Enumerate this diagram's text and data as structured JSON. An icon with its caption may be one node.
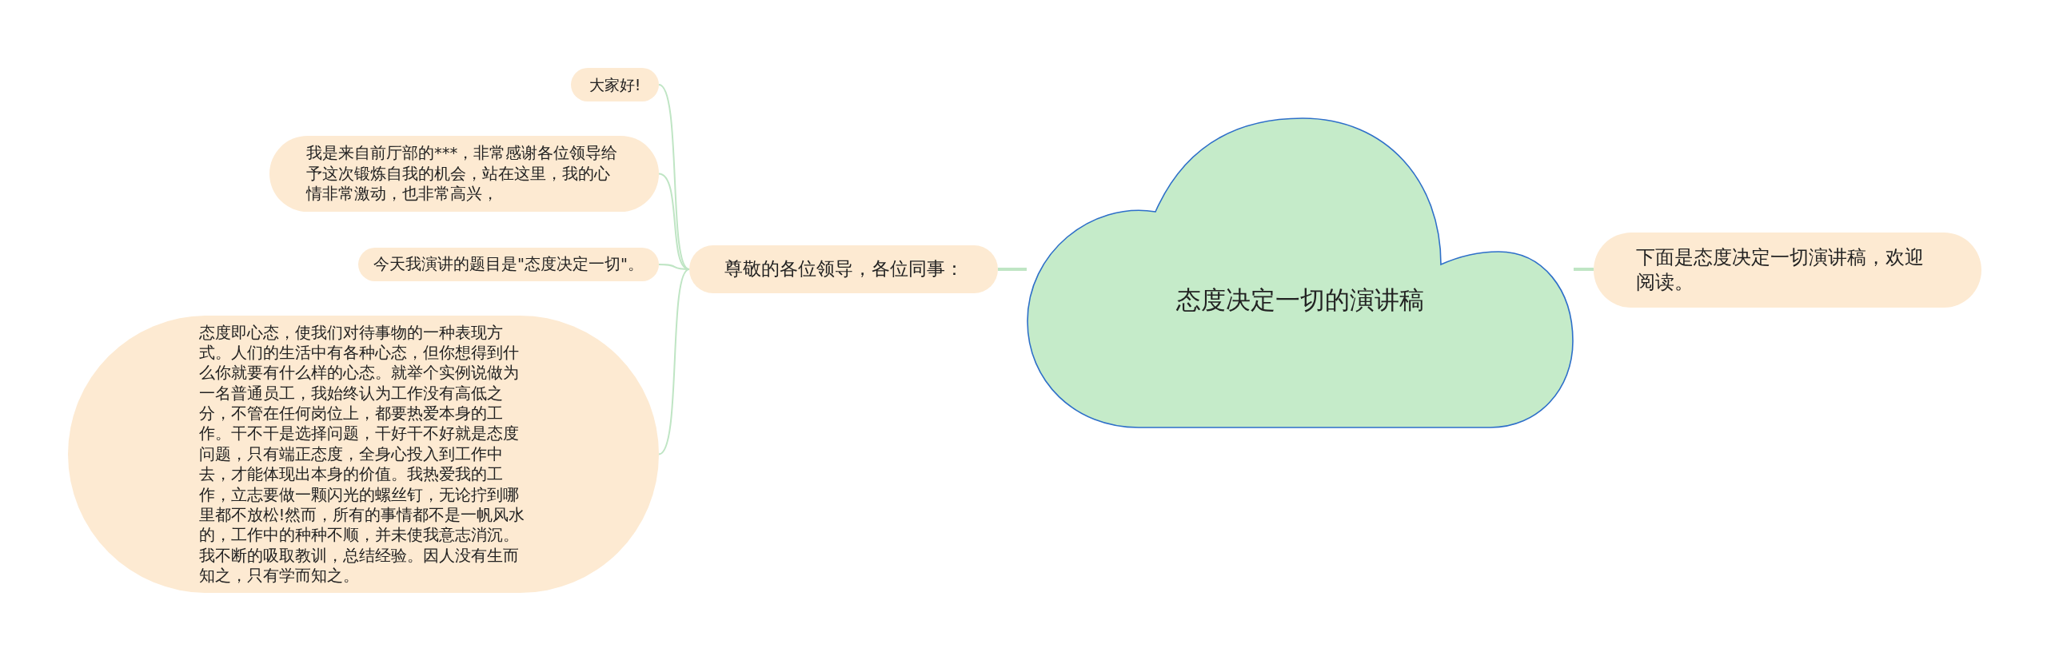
{
  "diagram": {
    "nodes": [
      {
        "text": [
          "态度决定一切的演讲稿"
        ]
      },
      {
        "text": [
          "下面是态度决定一切演讲稿，欢迎阅读。"
        ]
      },
      {
        "text": [
          "尊敬的各位领导，各位同事："
        ]
      },
      {
        "text": [
          "大家好!"
        ]
      },
      {
        "text": [
          "我是来自前厅部的***，非常感谢各位领导给予这次锻炼自我的机会，站在这里，我的心情非常激动，也非常高兴，"
        ]
      },
      {
        "text": [
          "今天我演讲的题目是\"态度决定一切\"。"
        ]
      },
      {
        "text": [
          "态度即心态，使我们对待事物的一种表现方式。人们的生活中有各种心态，但你想得到什么你就要有什么样的心态。就举个实例说做为一名普通员工，我始终认为工作没有高低之分，不管在任何岗位上，都要热爱本身的工作。干不干是选择问题，干好干不好就是态度问题，只有端正态度，全身心投入到工作中去，才能体现出本身的价值。我热爱我的工作，立志要做一颗闪光的螺丝钉，无论拧到哪里都不放松!然而，所有的事情都不是一帆风水的，工作中的种种不顺，并未使我意志消沉。我不断的吸取教训，总结经验。因人没有生而知之，只有学而知之。"
        ]
      }
    ],
    "edges": [
      {
        "from": 0,
        "to": 1,
        "arrow": "none"
      },
      {
        "from": 0,
        "to": 2,
        "arrow": "none"
      },
      {
        "from": 2,
        "to": 3,
        "arrow": "none"
      },
      {
        "from": 2,
        "to": 4,
        "arrow": "none"
      },
      {
        "from": 2,
        "to": 5,
        "arrow": "none"
      },
      {
        "from": 2,
        "to": 6,
        "arrow": "none"
      }
    ]
  }
}
